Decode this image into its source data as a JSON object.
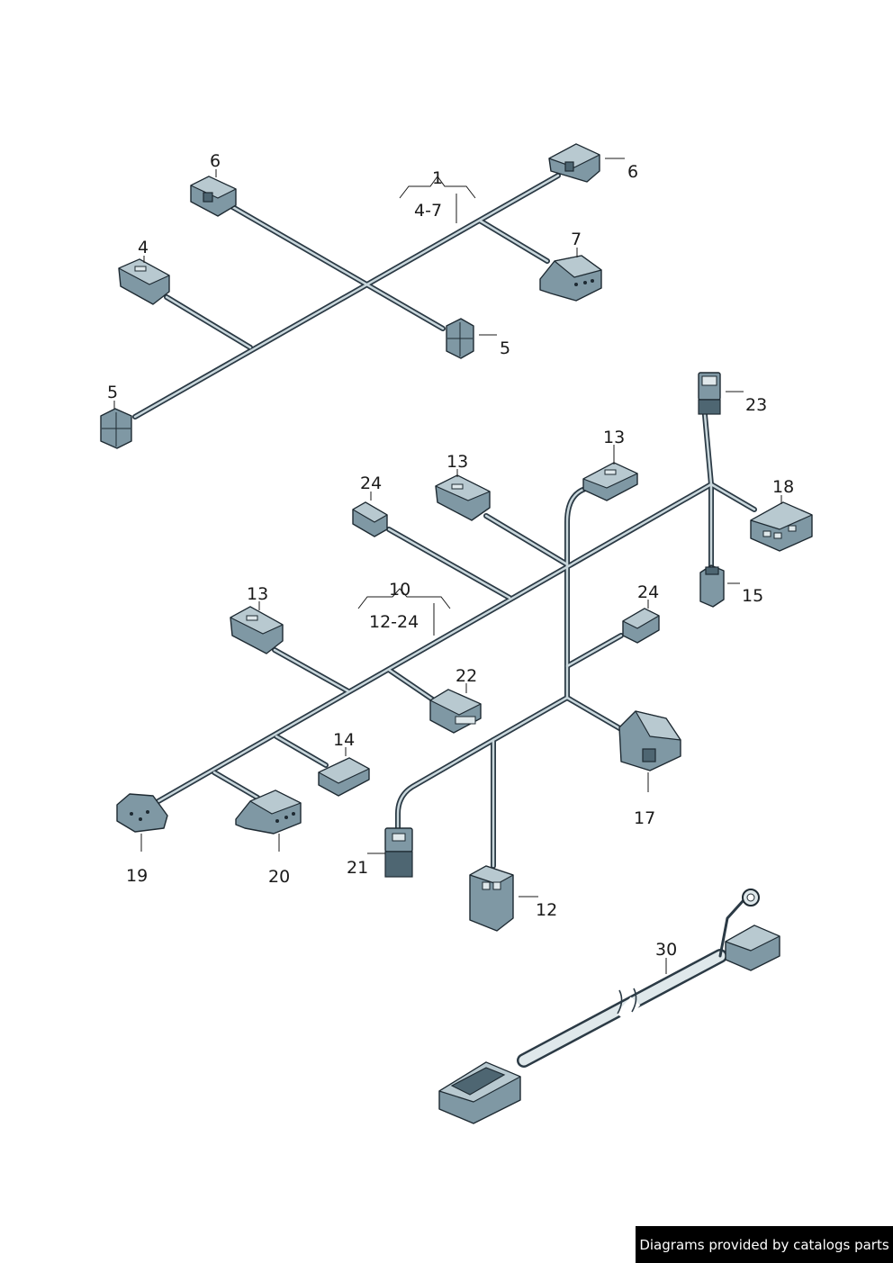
{
  "labels": {
    "l1": "1",
    "l1range": "4-7",
    "l4": "4",
    "l5a": "5",
    "l5b": "5",
    "l6a": "6",
    "l6b": "6",
    "l7": "7",
    "l10": "10",
    "l10range": "12-24",
    "l12": "12",
    "l13a": "13",
    "l13b": "13",
    "l13c": "13",
    "l14": "14",
    "l15": "15",
    "l17": "17",
    "l18": "18",
    "l19": "19",
    "l20": "20",
    "l21": "21",
    "l22": "22",
    "l23": "23",
    "l24a": "24",
    "l24b": "24",
    "l30": "30"
  },
  "footer": {
    "text": "Diagrams provided by catalogs parts"
  },
  "colors": {
    "wire_outline": "#2b3a45",
    "wire_fill": "#c9d7dc",
    "connector": "#7f98a4"
  }
}
